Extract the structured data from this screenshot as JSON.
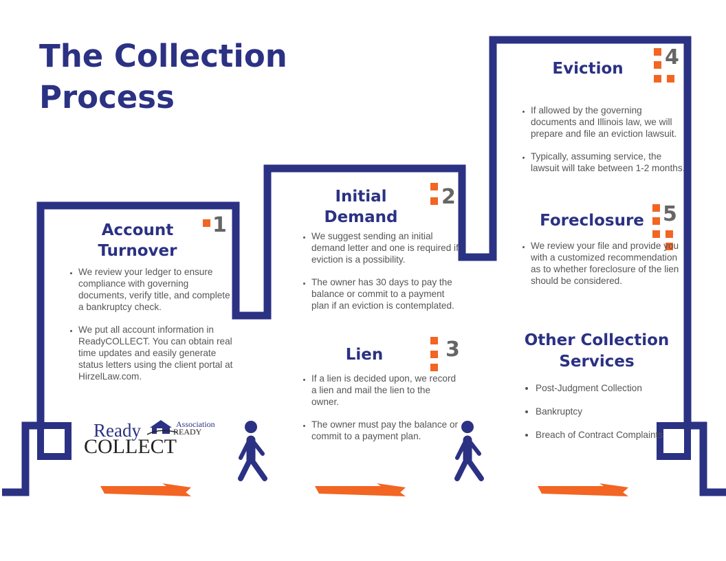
{
  "title": "The Collection Process",
  "colors": {
    "navy": "#2b3183",
    "accent": "#f26522",
    "text": "#555555",
    "number": "#666666"
  },
  "steps": [
    {
      "number": "1",
      "title": "Account Turnover",
      "bullets": [
        "We review your ledger to ensure compliance with governing documents, verify title, and complete a bankruptcy check.",
        "We put all account information in ReadyCOLLECT. You can obtain real time updates and easily generate status letters using the client portal at HirzelLaw.com."
      ]
    },
    {
      "number": "2",
      "title": "Initial Demand",
      "bullets": [
        "We suggest sending an initial demand letter and one is required if eviction is a possibility.",
        "The owner has 30 days to pay the balance or commit to a payment plan if an eviction is contemplated."
      ]
    },
    {
      "number": "3",
      "title": "Lien",
      "bullets": [
        "If a lien is decided upon, we record a lien and mail the lien to the owner.",
        "The owner must pay the balance or commit to a payment plan."
      ]
    },
    {
      "number": "4",
      "title": "Eviction",
      "bullets": [
        "If allowed by the governing documents and Illinois law, we will prepare and file an eviction lawsuit.",
        "Typically, assuming service, the lawsuit will take between 1-2 months."
      ]
    },
    {
      "number": "5",
      "title": "Foreclosure",
      "bullets": [
        "We review your file and provide you with a customized recommendation as to whether foreclosure of the lien should be considered."
      ]
    }
  ],
  "other_services": {
    "title": "Other Collection Services",
    "items": [
      "Post-Judgment Collection",
      "Bankruptcy",
      "Breach of Contract Complaints"
    ]
  },
  "logo": {
    "ready": "Ready",
    "collect": "COLLECT",
    "association": "Association",
    "assoc_ready": "READY"
  },
  "icons": [
    "walking-person-icon",
    "orange-arrow-icon",
    "step-marker-icon"
  ]
}
